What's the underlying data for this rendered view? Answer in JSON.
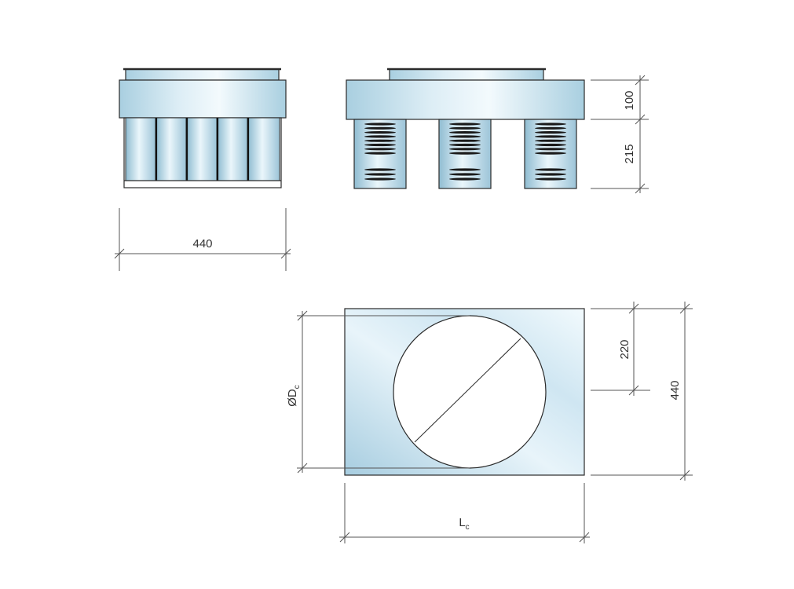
{
  "dimensions": {
    "side_width": "440",
    "top_height": "100",
    "plenum_height": "215",
    "half_depth": "220",
    "depth": "440",
    "diameter_symbol": "ØD",
    "diameter_subscript": "c",
    "length_symbol": "L",
    "length_subscript": "c"
  },
  "colors": {
    "line": "#2a2a2a",
    "dimension_line": "#555555",
    "metal_light": "#eef8fc",
    "metal_mid": "#cfe6f2",
    "metal_dark": "#9cc4d8"
  }
}
